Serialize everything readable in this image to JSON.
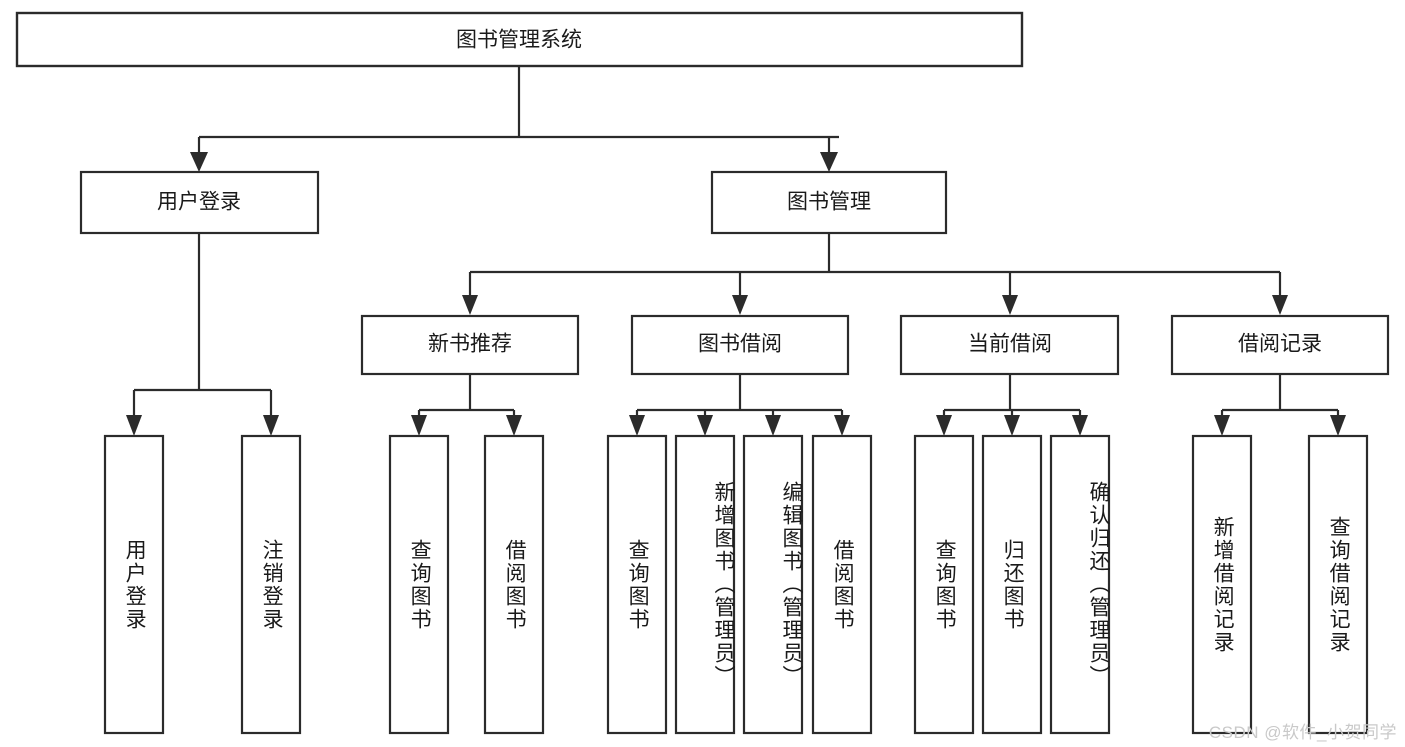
{
  "diagram": {
    "title": "图书管理系统",
    "watermark": "CSDN @软件_小贺同学",
    "colors": {
      "stroke": "#2b2b2b",
      "fill": "#ffffff",
      "text": "#1a1a1a",
      "watermark": "#c9c9c9",
      "background": "#ffffff"
    },
    "root": {
      "label": "图书管理系统"
    },
    "level1": [
      {
        "label": "用户登录"
      },
      {
        "label": "图书管理"
      }
    ],
    "level2": [
      {
        "label": "新书推荐"
      },
      {
        "label": "图书借阅"
      },
      {
        "label": "当前借阅"
      },
      {
        "label": "借阅记录"
      }
    ],
    "leaves": {
      "user_login": [
        {
          "label": "用户登录"
        },
        {
          "label": "注销登录"
        }
      ],
      "new_book_recommend": [
        {
          "label": "查询图书"
        },
        {
          "label": "借阅图书"
        }
      ],
      "book_borrow": [
        {
          "label": "查询图书"
        },
        {
          "label": "新增图书（管理员）"
        },
        {
          "label": "编辑图书（管理员）"
        },
        {
          "label": "借阅图书"
        }
      ],
      "current_borrow": [
        {
          "label": "查询图书"
        },
        {
          "label": "归还图书"
        },
        {
          "label": "确认归还（管理员）"
        }
      ],
      "borrow_record": [
        {
          "label": "新增借阅记录"
        },
        {
          "label": "查询借阅记录"
        }
      ]
    }
  }
}
